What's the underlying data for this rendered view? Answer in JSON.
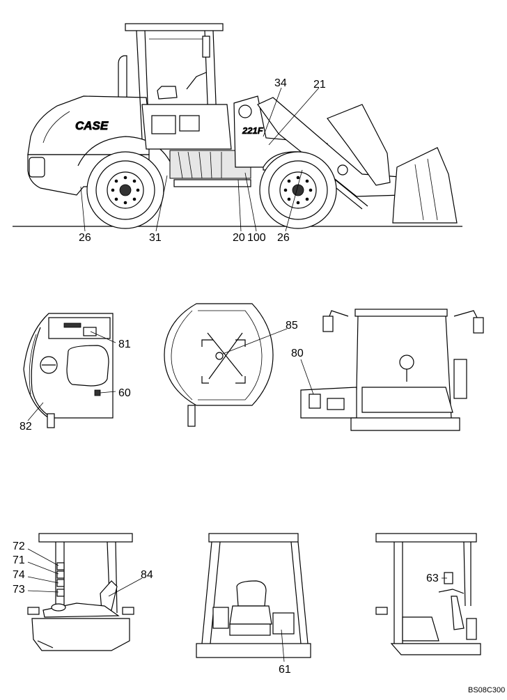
{
  "brand_text": "CASE",
  "drawing_ref": "BS08C300",
  "callouts": {
    "loader": [
      "26",
      "31",
      "20",
      "100",
      "26",
      "34",
      "21"
    ],
    "cab_top": [
      "81",
      "60",
      "82"
    ],
    "roof": [
      "85"
    ],
    "cab_rear": [
      "80"
    ],
    "cab_left": [
      "72",
      "71",
      "74",
      "73",
      "84"
    ],
    "cab_front": [
      "61"
    ],
    "cab_right": [
      "63"
    ]
  }
}
